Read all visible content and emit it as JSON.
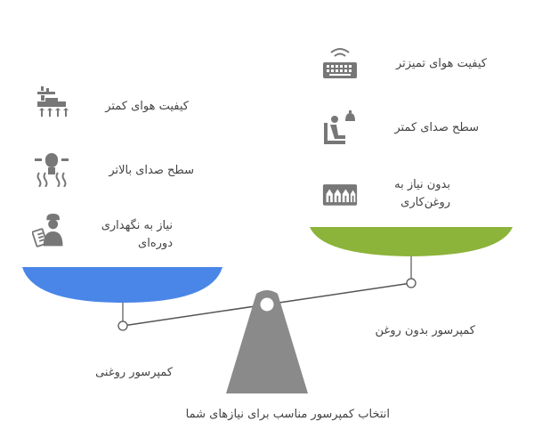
{
  "title": "انتخاب کمپرسور مناسب برای نیازهای شما",
  "left_side": {
    "label": "کمپرسور روغنی",
    "color": "#4a86e8",
    "items": [
      {
        "icon": "factory-emissions-icon",
        "text": "کیفیت هوای کمتر"
      },
      {
        "icon": "vibration-sound-icon",
        "text": "سطح صدای بالاتر"
      },
      {
        "icon": "technician-maintenance-icon",
        "text": "نیاز به نگهداری دوره‌ای"
      }
    ]
  },
  "right_side": {
    "label": "کمپرسور بدون روغن",
    "color": "#8cb33a",
    "items": [
      {
        "icon": "air-filter-icon",
        "text": "کیفیت هوای تمیزتر"
      },
      {
        "icon": "quiet-person-bell-icon",
        "text": "سطح صدای کمتر"
      },
      {
        "icon": "no-lubrication-icon",
        "text": "بدون نیاز به روغن‌کاری"
      }
    ]
  },
  "colors": {
    "fulcrum": "#8a8a8a",
    "beam": "#555555",
    "icon": "#777777",
    "text": "#444444"
  }
}
